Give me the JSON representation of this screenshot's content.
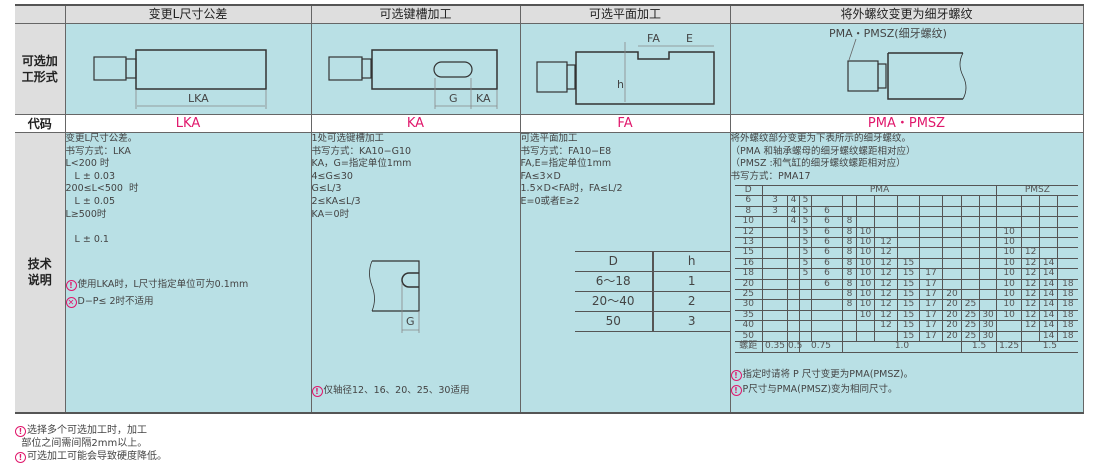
{
  "row_labels": {
    "form": "可选加\n工形式",
    "code": "代码",
    "desc": "技术\n说明"
  },
  "columns": [
    {
      "title": "变更L尺寸公差",
      "code": "LKA",
      "diagram_labels": [
        "LKA"
      ],
      "desc": [
        "变更L尺寸公差。",
        "书写方式：LKA",
        "L<200 时",
        "   L ± 0.03",
        "200≤L<500  时",
        "   L ± 0.05",
        "L≥500时",
        "",
        "   L ± 0.1"
      ],
      "notes": [
        {
          "icon": "warning-icon",
          "text": "使用LKA时，L尺寸指定单位可为0.1mm"
        },
        {
          "icon": "not-applicable-icon",
          "text": "D−P≤ 2时不适用"
        }
      ]
    },
    {
      "title": "可选键槽加工",
      "code": "KA",
      "diagram_labels": [
        "G",
        "KA"
      ],
      "desc": [
        "1处可选键槽加工",
        "书写方式：KA10−G10",
        "KA，G=指定单位1mm",
        "4≤G≤30",
        "G≤L/3",
        "2≤KA≤L/3",
        "KA＝0时"
      ],
      "detail_label": "G",
      "notes": [
        {
          "icon": "warning-icon",
          "text": "仅轴径12、16、20、25、30适用"
        }
      ]
    },
    {
      "title": "可选平面加工",
      "code": "FA",
      "diagram_labels": [
        "FA",
        "E",
        "h"
      ],
      "desc": [
        "可选平面加工",
        "书写方式：FA10−E8",
        "FA,E=指定单位1mm",
        "FA≤3×D",
        "1.5×D<FA时，FA≤L/2",
        "E=0或者E≥2"
      ],
      "dh_table": {
        "headers": [
          "D",
          "h"
        ],
        "rows": [
          [
            "6～18",
            "1"
          ],
          [
            "20～40",
            "2"
          ],
          [
            "50",
            "3"
          ]
        ]
      }
    },
    {
      "title": "将外螺纹变更为细牙螺纹",
      "code": "PMA・PMSZ",
      "diagram_labels": [
        "PMA・PMSZ(细牙螺纹)"
      ],
      "desc": [
        "将外螺纹部分变更为下表所示的细牙螺纹。",
        "（PMA 和轴承螺母的细牙螺纹螺距相对应）",
        "（PMSZ :和气缸的细牙螺纹螺距相对应）",
        "书写方式：PMA17"
      ],
      "pitch_table": {
        "header_d": "D",
        "header_pma": "PMA",
        "header_pmsz": "PMSZ",
        "rows": [
          {
            "d": "6",
            "pma": [
              "3",
              "4",
              "5",
              "",
              "",
              "",
              "",
              "",
              "",
              "",
              "",
              ""
            ],
            "pmsz": [
              "",
              "",
              "",
              ""
            ]
          },
          {
            "d": "8",
            "pma": [
              "3",
              "4",
              "5",
              "6",
              "",
              "",
              "",
              "",
              "",
              "",
              "",
              ""
            ],
            "pmsz": [
              "",
              "",
              "",
              ""
            ]
          },
          {
            "d": "10",
            "pma": [
              "",
              "4",
              "5",
              "6",
              "8",
              "",
              "",
              "",
              "",
              "",
              "",
              ""
            ],
            "pmsz": [
              "",
              "",
              "",
              ""
            ]
          },
          {
            "d": "12",
            "pma": [
              "",
              "",
              "5",
              "6",
              "8",
              "10",
              "",
              "",
              "",
              "",
              "",
              ""
            ],
            "pmsz": [
              "10",
              "",
              "",
              ""
            ]
          },
          {
            "d": "13",
            "pma": [
              "",
              "",
              "5",
              "6",
              "8",
              "10",
              "12",
              "",
              "",
              "",
              "",
              ""
            ],
            "pmsz": [
              "10",
              "",
              "",
              ""
            ]
          },
          {
            "d": "15",
            "pma": [
              "",
              "",
              "5",
              "6",
              "8",
              "10",
              "12",
              "",
              "",
              "",
              "",
              ""
            ],
            "pmsz": [
              "10",
              "12",
              "",
              ""
            ]
          },
          {
            "d": "16",
            "pma": [
              "",
              "",
              "5",
              "6",
              "8",
              "10",
              "12",
              "15",
              "",
              "",
              "",
              ""
            ],
            "pmsz": [
              "10",
              "12",
              "14",
              ""
            ]
          },
          {
            "d": "18",
            "pma": [
              "",
              "",
              "5",
              "6",
              "8",
              "10",
              "12",
              "15",
              "17",
              "",
              "",
              ""
            ],
            "pmsz": [
              "10",
              "12",
              "14",
              ""
            ]
          },
          {
            "d": "20",
            "pma": [
              "",
              "",
              "",
              "6",
              "8",
              "10",
              "12",
              "15",
              "17",
              "",
              "",
              ""
            ],
            "pmsz": [
              "10",
              "12",
              "14",
              "18"
            ]
          },
          {
            "d": "25",
            "pma": [
              "",
              "",
              "",
              "",
              "8",
              "10",
              "12",
              "15",
              "17",
              "20",
              "",
              ""
            ],
            "pmsz": [
              "10",
              "12",
              "14",
              "18"
            ]
          },
          {
            "d": "30",
            "pma": [
              "",
              "",
              "",
              "",
              "8",
              "10",
              "12",
              "15",
              "17",
              "20",
              "25",
              ""
            ],
            "pmsz": [
              "10",
              "12",
              "14",
              "18"
            ]
          },
          {
            "d": "35",
            "pma": [
              "",
              "",
              "",
              "",
              "",
              "10",
              "12",
              "15",
              "17",
              "20",
              "25",
              "30"
            ],
            "pmsz": [
              "10",
              "12",
              "14",
              "18"
            ]
          },
          {
            "d": "40",
            "pma": [
              "",
              "",
              "",
              "",
              "",
              "",
              "12",
              "15",
              "17",
              "20",
              "25",
              "30"
            ],
            "pmsz": [
              "",
              "12",
              "14",
              "18"
            ]
          },
          {
            "d": "50",
            "pma": [
              "",
              "",
              "",
              "",
              "",
              "",
              "",
              "15",
              "17",
              "20",
              "25",
              "30"
            ],
            "pmsz": [
              "",
              "",
              "14",
              "18"
            ]
          }
        ],
        "pitch_label": "螺距",
        "pitch_pma": [
          {
            "v": "0.35",
            "span": 1
          },
          {
            "v": "0.5",
            "span": 1
          },
          {
            "v": "0.75",
            "span": 2
          },
          {
            "v": "1.0",
            "span": 6
          },
          {
            "v": "1.5",
            "span": 2
          }
        ],
        "pitch_pmsz": [
          {
            "v": "1.25",
            "span": 1
          },
          {
            "v": "1.5",
            "span": 3
          }
        ]
      },
      "notes": [
        {
          "icon": "warning-icon",
          "text": "指定时请将 P 尺寸变更为PMA(PMSZ)。"
        },
        {
          "icon": "warning-icon",
          "text": "P尺寸与PMA(PMSZ)变为相同尺寸。"
        }
      ]
    }
  ],
  "footer": [
    {
      "icon": "warning-icon",
      "text": "选择多个可选加工时，加工\n  部位之间需间隔2mm以上。"
    },
    {
      "icon": "warning-icon",
      "text": "可选加工可能会导致硬度降低。"
    }
  ],
  "colors": {
    "accent": "#e0186c",
    "cell_bg": "#b9e0e5",
    "header_bg": "#dedede"
  }
}
